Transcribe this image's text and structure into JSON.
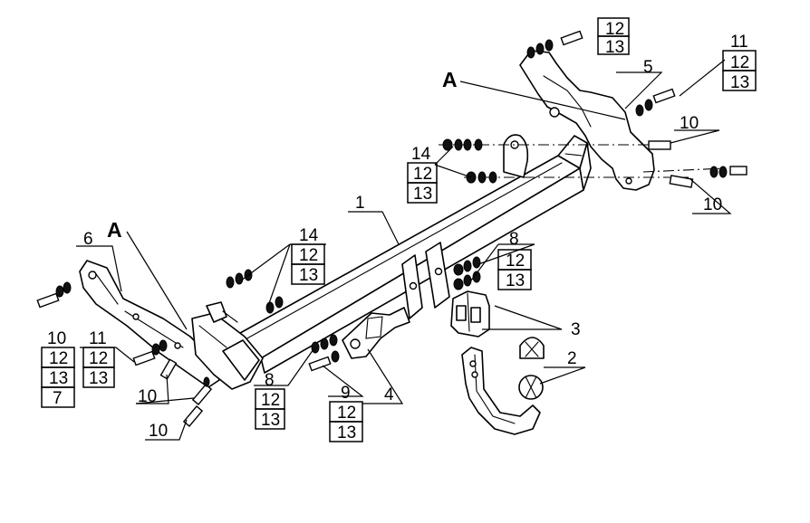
{
  "labels": {
    "main_bar": "1",
    "ball": "2",
    "socket_holder": "3",
    "plate": "4",
    "right_bracket": "5",
    "left_bracket": "6",
    "tongue": "7",
    "group_eight": "8",
    "group_nine": "9",
    "group_ten": "10",
    "group_eleven": "11",
    "group_twelve": "12",
    "group_thirteen": "13",
    "group_fourteen": "14",
    "section_a": "A"
  }
}
